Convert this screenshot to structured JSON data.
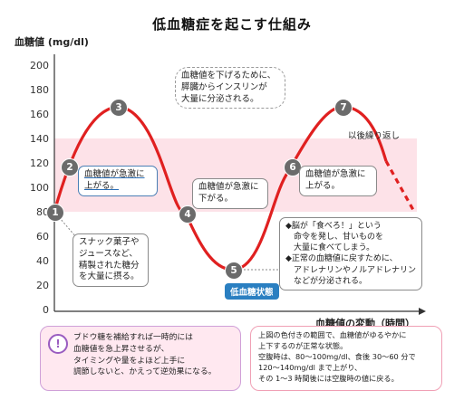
{
  "title": "低血糖症を起こす仕組み",
  "y_axis_label": "血糖値 (mg/dl)",
  "x_axis_label": "血糖値の変動（時間）",
  "y_ticks": [
    "200",
    "180",
    "160",
    "140",
    "120",
    "100",
    "80",
    "60",
    "40",
    "20",
    "0"
  ],
  "normal_range_mgdl": [
    80,
    140
  ],
  "colors": {
    "curve": "#e02020",
    "band": "#fde2e8",
    "marker": "#6b6b6b",
    "low_tag": "#2a7fc1"
  },
  "markers": [
    "1",
    "2",
    "3",
    "4",
    "5",
    "6",
    "7"
  ],
  "callouts": {
    "c1": [
      "スナック菓子や",
      "ジュースなど、",
      "精製された糖分",
      "を大量に摂る。"
    ],
    "c2": [
      "血糖値が急激に",
      "上がる。"
    ],
    "c3": [
      "血糖値を下げるために、",
      "膵臓からインスリンが",
      "大量に分泌される。"
    ],
    "c4": [
      "血糖値が急激に",
      "下がる。"
    ],
    "c5": [
      "◆脳が「食べろ！」という",
      "　命令を発し、甘いものを",
      "　大量に食べてしまう。",
      "◆正常の血糖値に戻すために、",
      "　アドレナリンやノルアドレナリン",
      "　などが分泌される。"
    ],
    "c6": [
      "血糖値が急激に",
      "上がる。"
    ]
  },
  "low_label": "低血糖状態",
  "repeat_label": "以後繰り返し",
  "note_left": [
    "ブドウ糖を補給すれば一時的には",
    "血糖値を急上昇させるが、",
    "タイミングや量をよほど上手に",
    "調節しないと、かえって逆効果になる。"
  ],
  "note_right": [
    "上図の色付きの範囲で、血糖値がゆるやかに",
    "上下するのが正常な状態。",
    "空腹時は、80〜100mg/dl、食後 30〜60 分で",
    "120〜140mg/dl まで上がり、",
    "その 1〜3 時間後には空腹時の値に戻る。"
  ]
}
